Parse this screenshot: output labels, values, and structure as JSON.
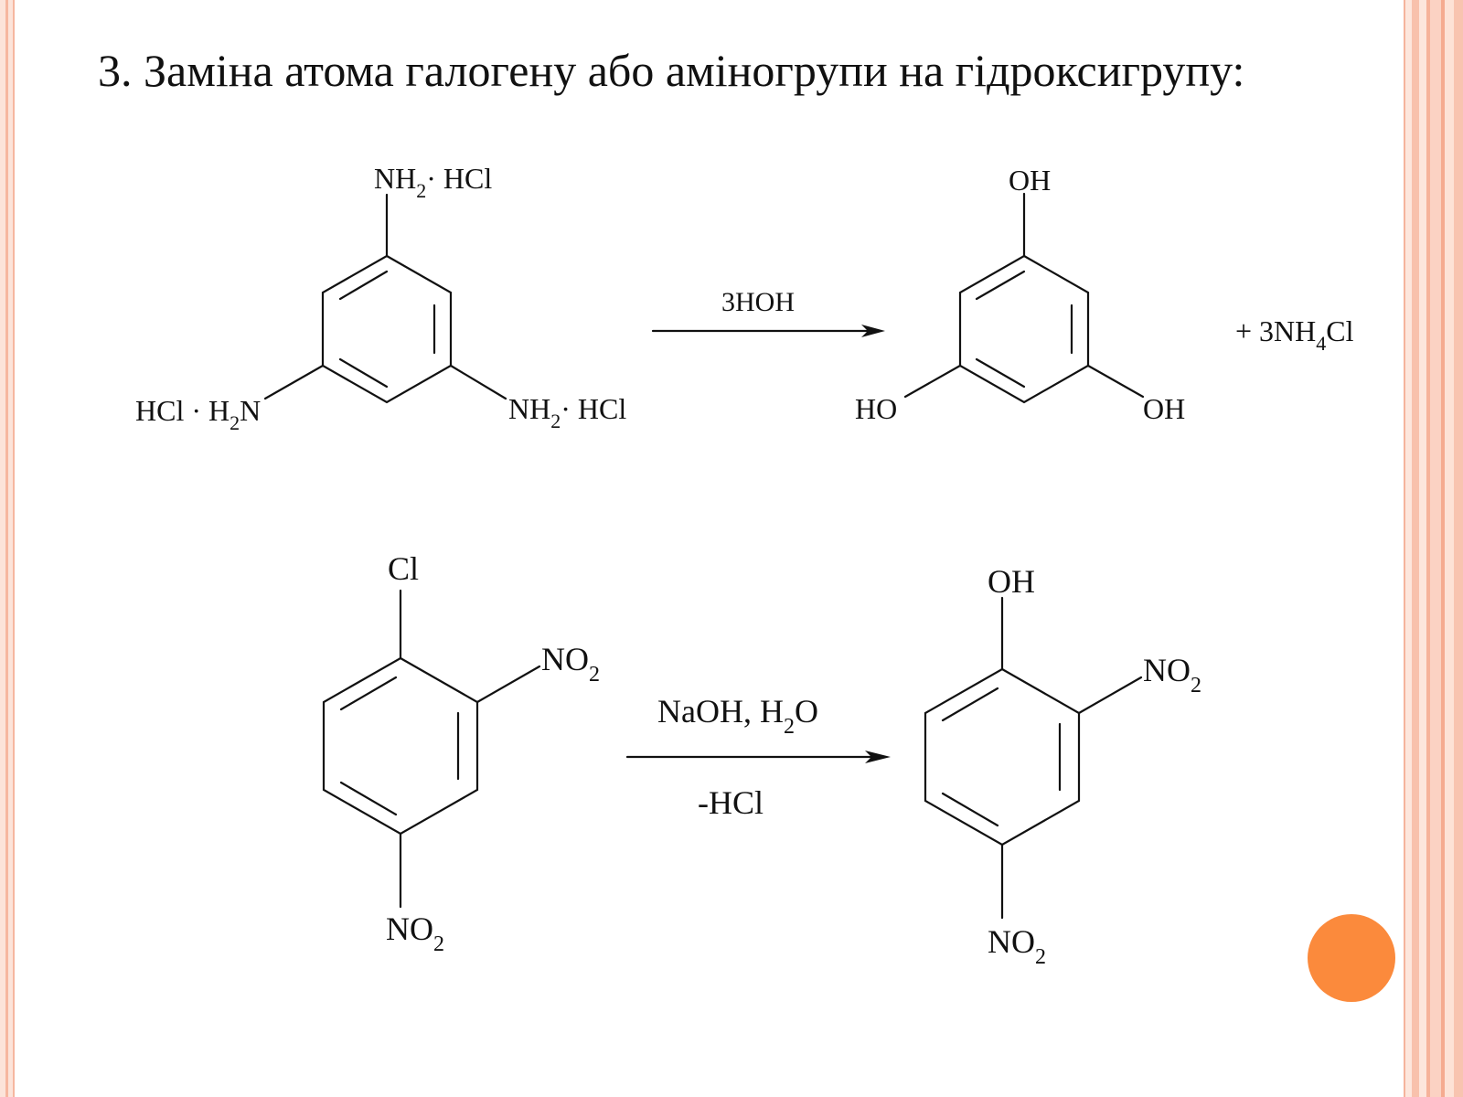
{
  "slide": {
    "title": "3. Заміна атома галогену або аміногрупи на гідроксигрупу:"
  },
  "reaction1": {
    "reactant": {
      "top": {
        "main": "NH",
        "sub": "2",
        "tail": "· HCl"
      },
      "left": {
        "pre": "HCl · H",
        "sub": "2",
        "main": "N"
      },
      "right": {
        "main": "NH",
        "sub": "2",
        "tail": "· HCl"
      }
    },
    "arrow_label": "3HOH",
    "product": {
      "top": "OH",
      "left": "HO",
      "right": "OH"
    },
    "byproduct": {
      "pre": "+ 3NH",
      "sub": "4",
      "post": "Cl"
    }
  },
  "reaction2": {
    "reactant": {
      "top": "Cl",
      "nitro_right": {
        "main": "NO",
        "sub": "2"
      },
      "nitro_bottom": {
        "main": "NO",
        "sub": "2"
      }
    },
    "arrow_label_top": {
      "pre": "NaOH, H",
      "sub": "2",
      "post": "O"
    },
    "arrow_label_bottom": "-HCl",
    "product": {
      "top": "OH",
      "nitro_right": {
        "main": "NO",
        "sub": "2"
      },
      "nitro_bottom": {
        "main": "NO",
        "sub": "2"
      }
    }
  },
  "colors": {
    "accent_circle": "#fb8a3c",
    "frame_light": "#fde6dc",
    "frame_dark": "#f5b49c"
  }
}
